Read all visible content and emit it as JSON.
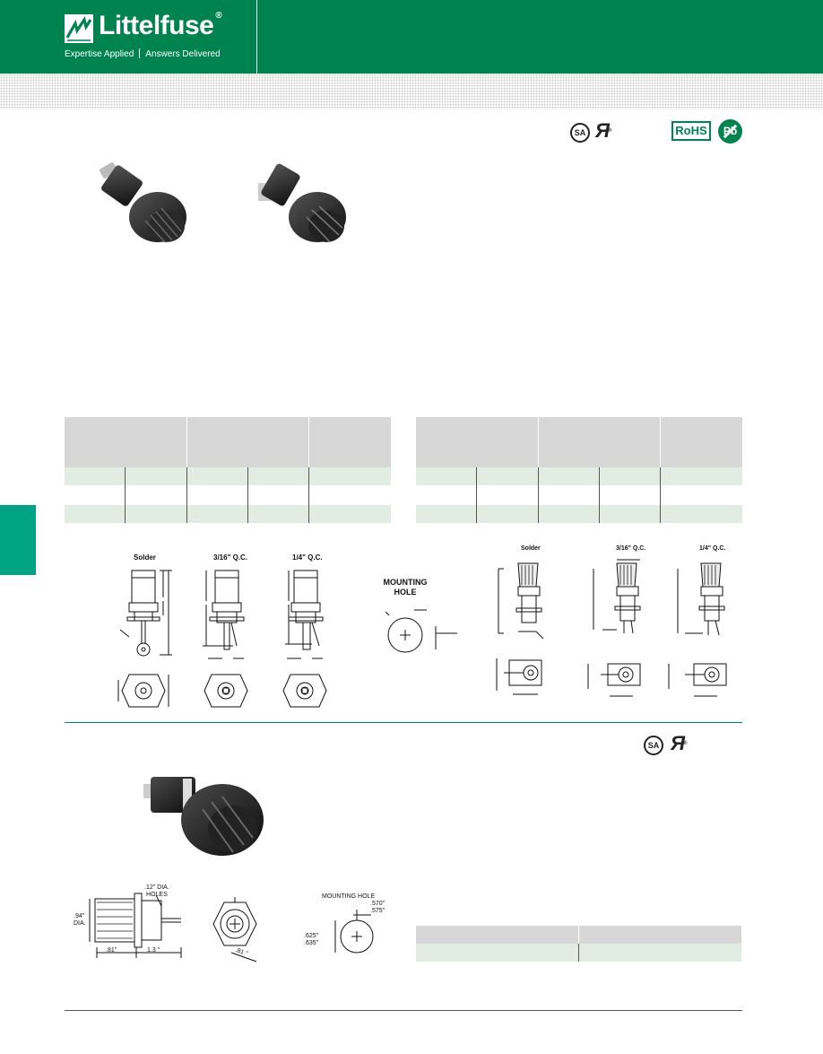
{
  "header": {
    "brand": "Littelfuse",
    "tagline_left": "Expertise Applied",
    "tagline_right": "Answers Delivered"
  },
  "certifications": {
    "top": [
      "csa-mark",
      "ul-recognized-mark",
      "rohs-mark",
      "pb-free-mark"
    ],
    "rohs_text": "RoHS",
    "pb_text": "Pb",
    "section2": [
      "csa-mark",
      "ul-recognized-mark"
    ]
  },
  "drawings_left": {
    "solder": "Solder",
    "qc316": "3/16\" Q.C.",
    "qc14": "1/4\" Q.C.",
    "mounting_hole_line1": "MOUNTING",
    "mounting_hole_line2": "HOLE"
  },
  "drawings_right": {
    "solder": "Solder",
    "qc316": "3/16\" Q.C.",
    "qc14": "1/4\" Q.C."
  },
  "drawings_bottom": {
    "holes_label_1": ".12\" DIA.",
    "holes_label_2": "HOLES",
    "dia_value": ".94\"",
    "dia_label": "DIA.",
    "dim_81_left": ".81\"",
    "dim_13": "1.3 \"",
    "dim_81_hex": ".81 \"",
    "mounting_hole": "MOUNTING HOLE",
    "dim_570": ".570\"",
    "dim_575": ".575\"",
    "dim_625": ".625\"",
    "dim_635": ".635\""
  },
  "colors": {
    "brand_green": "#00834f",
    "side_tab": "#00a384",
    "table_header": "#d7d7d7",
    "table_row_green": "#e1ece3"
  }
}
